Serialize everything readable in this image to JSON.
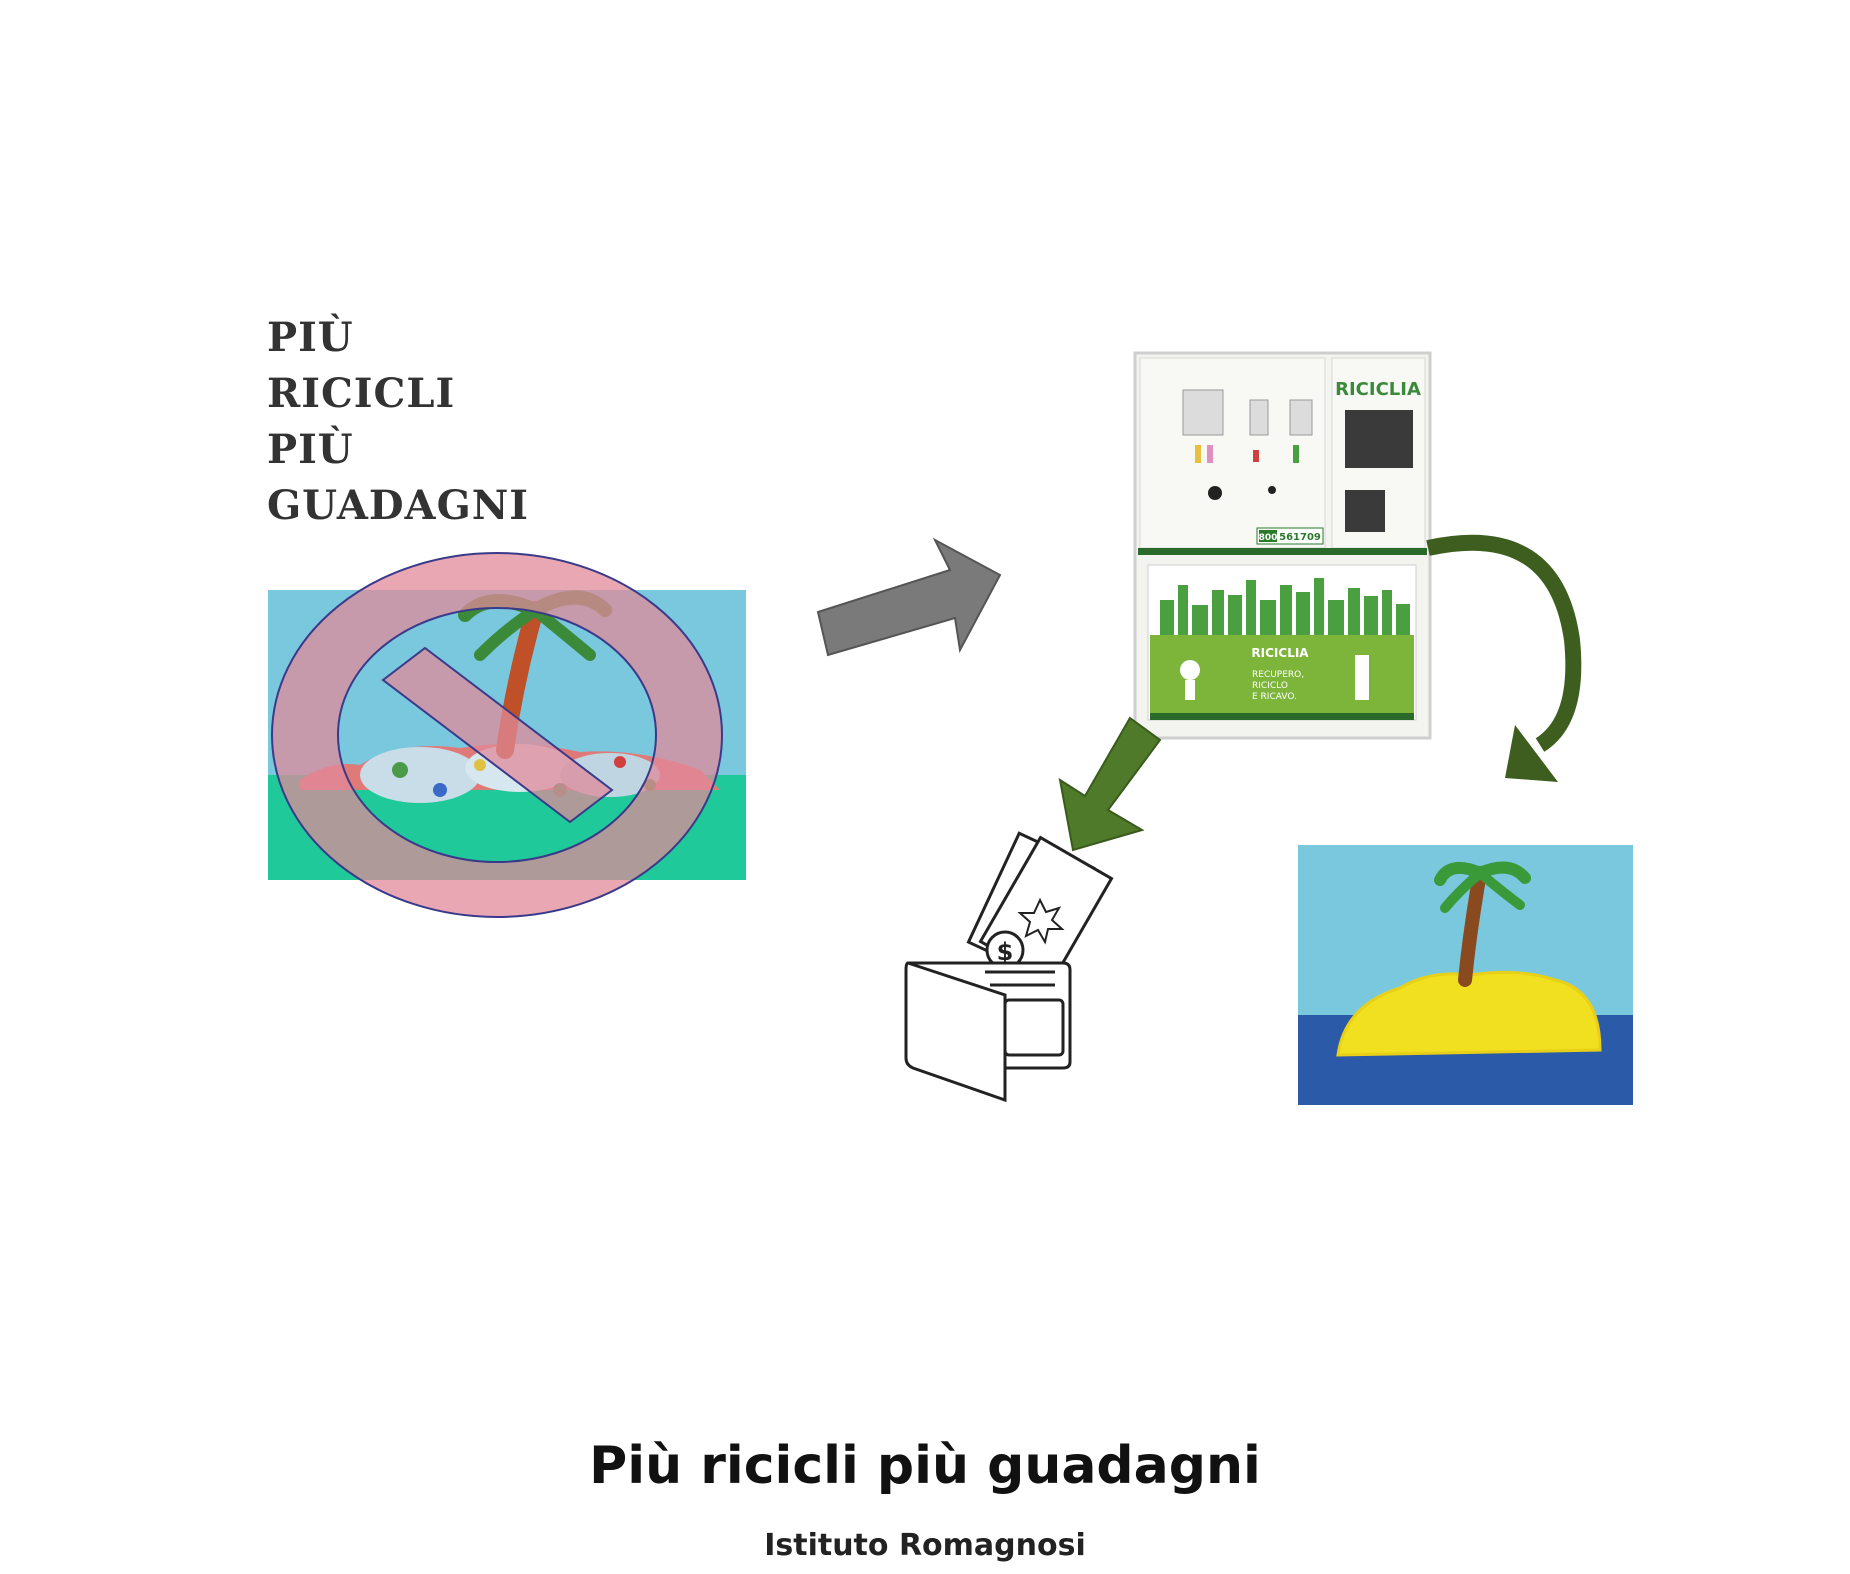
{
  "slogan_lines": [
    "PIÙ",
    "RICICLI",
    "PIÙ",
    "GUADAGNI"
  ],
  "machine": {
    "brand": "RICICLIA",
    "panel_lines": [
      "RECUPERO,",
      "RICICLO",
      "E RICAVO."
    ],
    "phone_prefix": "800",
    "phone_number": "561709"
  },
  "caption": {
    "title": "Più ricicli più guadagni",
    "subtitle": "Istituto Romagnosi"
  },
  "colors": {
    "gray_arrow": "#7a7a7a",
    "green_arrow": "#4f7a2a",
    "dark_green_arrow": "#3d5e1f",
    "machine_green": "#7db53a",
    "prohibit_overlay": "#e08a9a",
    "sky": "#7ac8dd",
    "sea": "#2a5aa8",
    "sand": "#f0e020"
  },
  "icons": [
    "no-polluted-island-icon",
    "recycling-machine-icon",
    "wallet-with-money-icon",
    "clean-island-icon"
  ]
}
